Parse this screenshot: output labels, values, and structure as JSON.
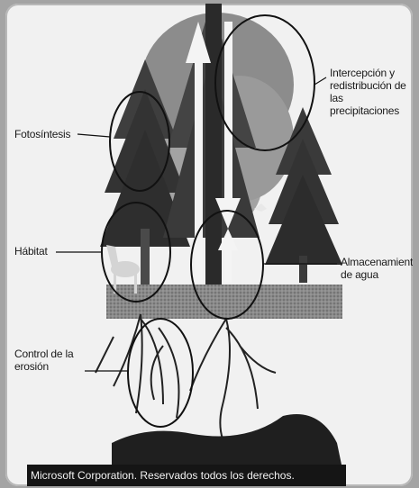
{
  "labels": {
    "interception": "Intercepción y redistribución de las precipitaciones",
    "photosynthesis": "Fotosíntesis",
    "habitat": "Hábitat",
    "storage": "Almacenamiento de agua",
    "erosion": "Control de la erosión"
  },
  "caption": "Microsoft Corporation. Reservados todos los derechos.",
  "icons": [
    "arrow-up-icon",
    "arrow-down-icon",
    "deer-icon",
    "bird-icon"
  ]
}
